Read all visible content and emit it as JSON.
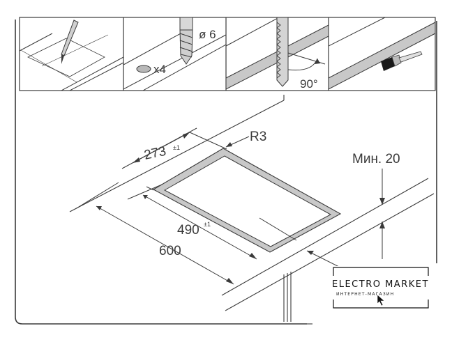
{
  "steps": {
    "drill": {
      "diameter_label": "ø 6",
      "count_label": "x4"
    },
    "cut": {
      "angle_label": "90°"
    }
  },
  "dimensions": {
    "depth": {
      "value": "273",
      "tolerance": "±1"
    },
    "width": {
      "value": "490",
      "tolerance": "±1"
    },
    "overall": {
      "value": "600"
    },
    "radius": {
      "value": "R3"
    },
    "min_edge": {
      "value": "Мин. 20"
    }
  },
  "watermark": {
    "brand": "ELECTRO MARKET",
    "tagline": "ИНТЕРНЕТ-МАГАЗИН"
  },
  "colors": {
    "line": "#3a3a3a",
    "surface_gray": "#c8c8c8",
    "background": "#ffffff"
  }
}
